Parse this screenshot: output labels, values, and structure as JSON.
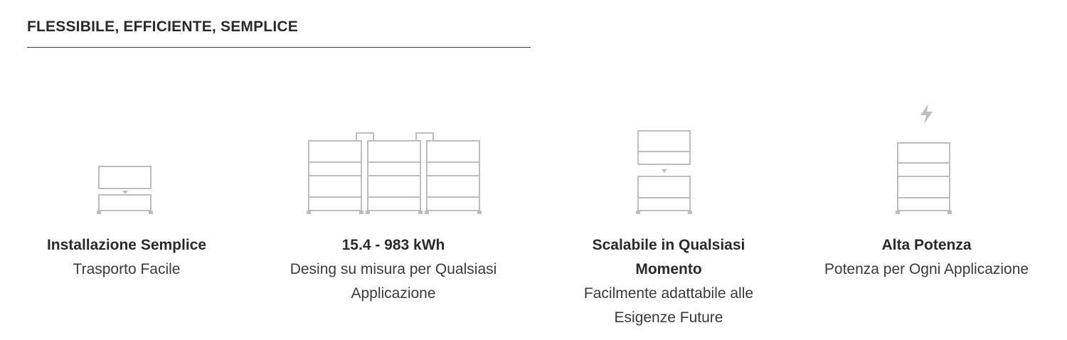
{
  "header": {
    "title": "FLESSIBILE, EFFICIENTE, SEMPLICE"
  },
  "features": [
    {
      "icon": "single-battery-module-icon",
      "title": "Installazione Semplice",
      "subtitle": "Trasporto Facile"
    },
    {
      "icon": "connected-battery-cabinets-icon",
      "title": "15.4 - 983 kWh",
      "subtitle": "Desing su misura per Qualsiasi Applicazione"
    },
    {
      "icon": "stackable-battery-icon",
      "title": "Scalabile in Qualsiasi Momento",
      "subtitle": "Facilmente adattabile alle Esigenze Future"
    },
    {
      "icon": "high-power-battery-icon",
      "title": "Alta Potenza",
      "subtitle": "Potenza per Ogni Applicazione"
    }
  ],
  "colors": {
    "icon": "#bdbdbd",
    "text": "#2a2a2a",
    "rule": "#3a3a3a",
    "background": "#ffffff"
  }
}
